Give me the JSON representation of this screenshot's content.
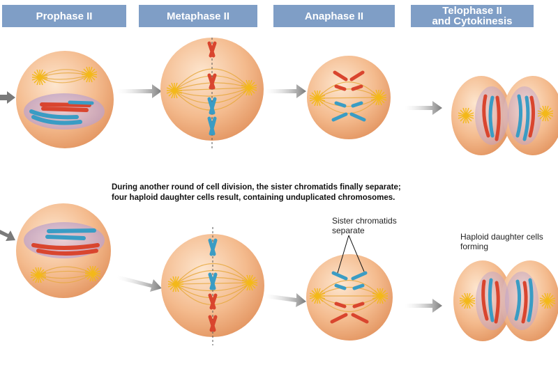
{
  "headers": [
    {
      "label": "Prophase II"
    },
    {
      "label": "Metaphase II"
    },
    {
      "label": "Anaphase II"
    },
    {
      "label": "Telophase II\nand Cytokinesis"
    }
  ],
  "caption": "During another round of cell division, the sister chromatids finally separate;\nfour haploid daughter cells result, containing unduplicated chromosomes.",
  "annotations": {
    "sister_chromatids": "Sister chromatids\nseparate",
    "haploid_cells": "Haploid daughter cells\nforming"
  },
  "colors": {
    "header_bg": "#7f9ec6",
    "cell": "#f2b98a",
    "chromosome_red": "#d9452e",
    "chromosome_blue": "#3a9cc4",
    "centrosome": "#f5c63a",
    "arrow": "#8a8a8a"
  }
}
